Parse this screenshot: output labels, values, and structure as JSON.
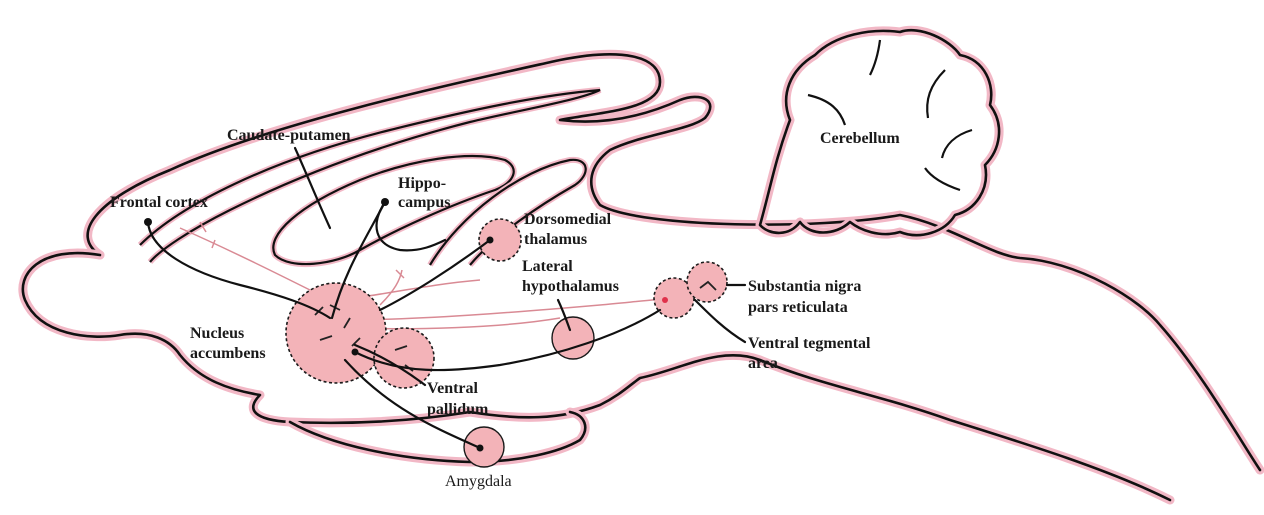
{
  "labels": {
    "cerebellum": "Cerebellum",
    "caudate_putamen": "Caudate-putamen",
    "frontal_cortex": "Frontal cortex",
    "hippocampus_line1": "Hippo-",
    "hippocampus_line2": "campus",
    "dorsomedial_line1": "Dorsomedial",
    "dorsomedial_line2": "thalamus",
    "lateral_hypo_line1": "Lateral",
    "lateral_hypo_line2": "hypothalamus",
    "substantia_line1": "Substantia nigra",
    "substantia_line2": "pars reticulata",
    "nucleus_accumbens_line1": "Nucleus",
    "nucleus_accumbens_line2": "accumbens",
    "ventral_tegmental_line1": "Ventral tegmental",
    "ventral_tegmental_line2": "area",
    "ventral_pallidum_line1": "Ventral",
    "ventral_pallidum_line2": "pallidum",
    "amygdala": "Amygdala"
  },
  "colors": {
    "nucleus_fill": "#f3b3b8",
    "outline_glow": "#f2b8c6",
    "pathway": "#d98a94",
    "ink": "#111111"
  }
}
